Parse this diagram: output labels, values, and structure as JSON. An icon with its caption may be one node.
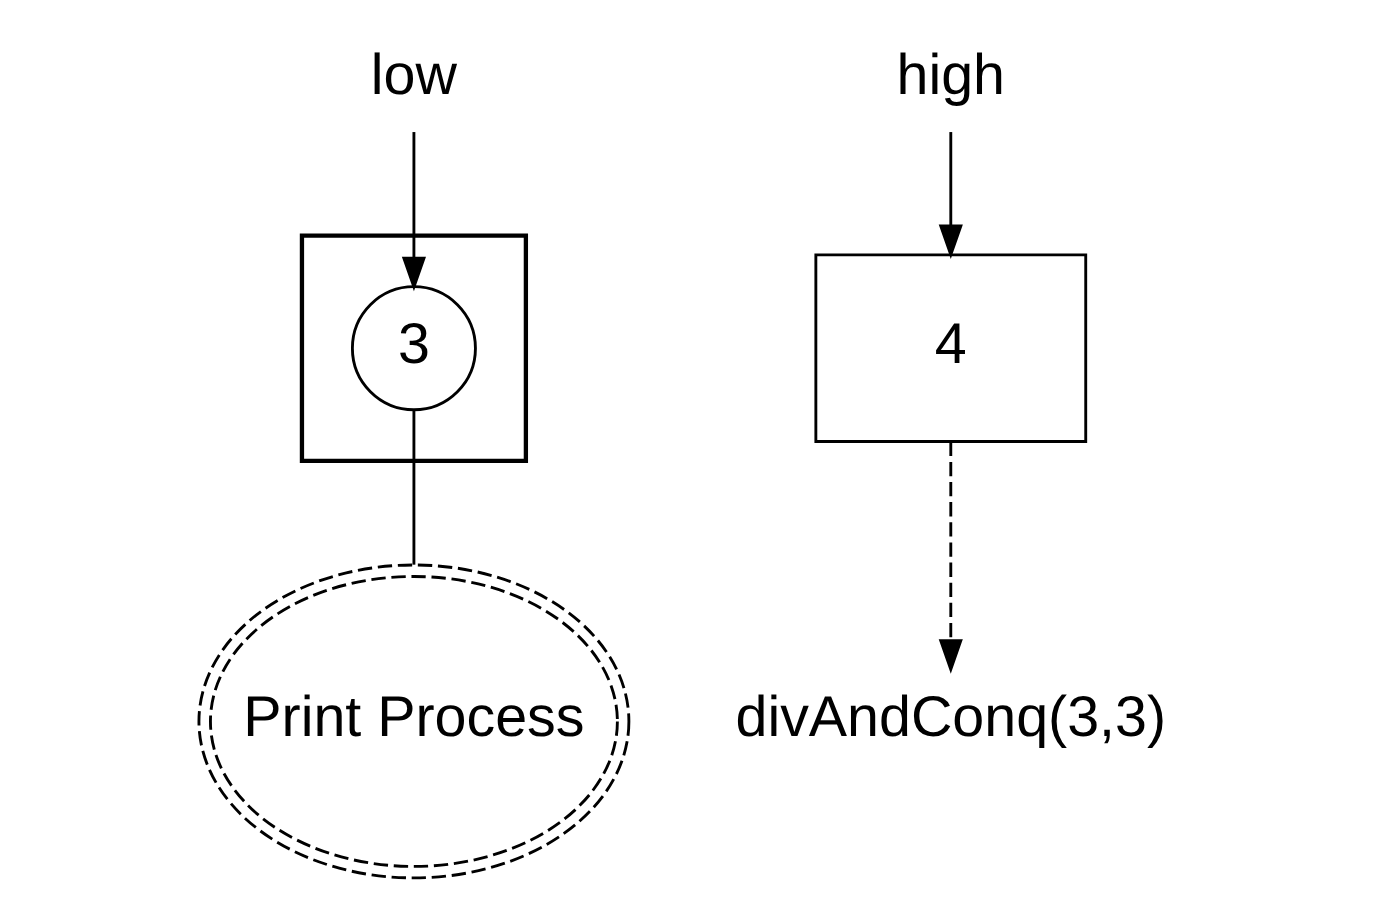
{
  "diagram": {
    "nodes": [
      {
        "text": [
          "low"
        ]
      },
      {
        "text": [
          "high"
        ]
      },
      {
        "text": [],
        "shape": "box"
      },
      {
        "text": [
          "3"
        ],
        "in": 2
      },
      {
        "text": [
          "4"
        ]
      },
      {
        "text": [
          "Print Process"
        ]
      },
      {
        "text": [
          "divAndConq(3,3)"
        ]
      }
    ],
    "edges": [
      {
        "from": 0,
        "to": 3,
        "arrow": "to"
      },
      {
        "from": 1,
        "to": 4,
        "arrow": "to"
      },
      {
        "from": 3,
        "to": 5,
        "arrow": "none"
      },
      {
        "from": 4,
        "to": 6,
        "arrow": "to",
        "style": "dashed"
      }
    ]
  }
}
